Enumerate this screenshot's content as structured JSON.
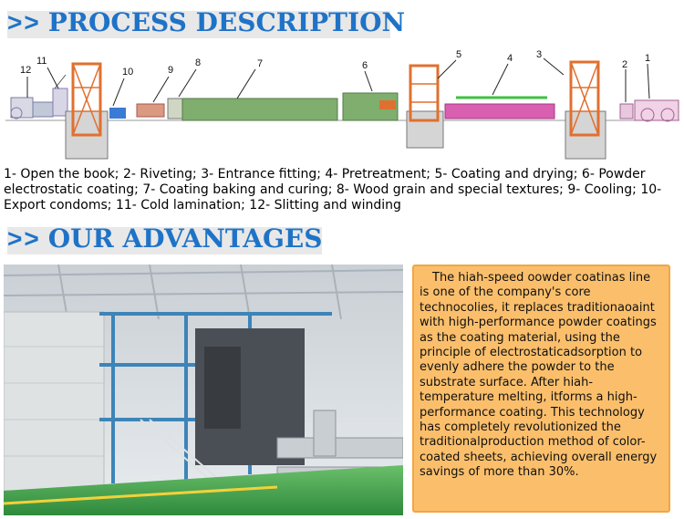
{
  "process_header": {
    "arrows": ">>",
    "title": "PROCESS DESCRIPTION"
  },
  "advantages_header": {
    "arrows": ">>",
    "title": "OUR ADVANTAGES"
  },
  "diagram_labels": [
    "12",
    "11",
    "10",
    "9",
    "8",
    "7",
    "6",
    "5",
    "4",
    "3",
    "2",
    "1"
  ],
  "process_caption": "1- Open the book; 2- Riveting; 3- Entrance fitting; 4- Pretreatment; 5- Coating and drying; 6- Powder electrostatic coating; 7- Coating baking and curing; 8- Wood grain and special textures; 9- Cooling; 10- Export condoms; 11- Cold lamination; 12- Slitting and winding",
  "advantages_text": "The hiah-speed oowder coatinas line is one of the company's core technocolies, it replaces traditionaoaint with high-performance powder coatings as the coating material, using the principle of electrostaticadsorption to evenly adhere the powder to the substrate surface. After hiah-temperature melting, itforms a high-performance coating. This technology has completely revolutionized the traditionalproduction method of color-coated sheets, achieving overall energy savings of more than 30%.",
  "colors": {
    "header_blue": "#1f73c7",
    "textbox_orange": "#fbbf6c",
    "machine_green": "#7fae6f",
    "tower_orange": "#e0702f"
  }
}
